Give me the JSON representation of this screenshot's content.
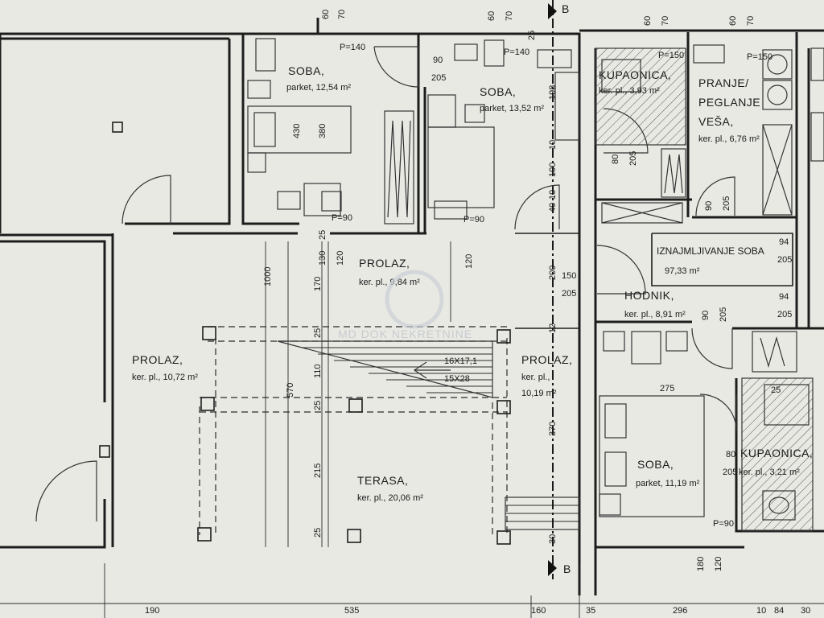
{
  "rooms": {
    "soba1": {
      "name": "SOBA,",
      "area": "parket, 12,54 m²"
    },
    "soba2": {
      "name": "SOBA,",
      "area": "parket, 13,52 m²"
    },
    "kupaonica1": {
      "name": "KUPAONICA,",
      "area": "ker. pl., 3,93 m²"
    },
    "pranje": {
      "name1": "PRANJE/",
      "name2": "PEGLANJE",
      "name3": "VEŠA,",
      "area": "ker. pl., 6,76 m²"
    },
    "iznajmljivanje": {
      "name": "IZNAJMLJIVANJE SOBA",
      "area": "97,33 m²"
    },
    "prolaz_top": {
      "name": "PROLAZ,",
      "area": "ker. pl., 9,84 m²"
    },
    "hodnik": {
      "name": "HODNIK,",
      "area": "ker. pl., 8,91 m²"
    },
    "prolaz_left": {
      "name": "PROLAZ,",
      "area": "ker. pl., 10,72 m²"
    },
    "prolaz_right": {
      "name": "PROLAZ,",
      "area1": "ker. pl.,",
      "area2": "10,19 m²"
    },
    "terasa": {
      "name": "TERASA,",
      "area": "ker. pl., 20,06 m²"
    },
    "soba3": {
      "name": "SOBA,",
      "area": "parket, 11,19 m²"
    },
    "kupaonica2": {
      "name": "KUPAONICA,",
      "area": "ker. pl., 3,21 m²"
    }
  },
  "stairs": {
    "size1": "16X17,1",
    "size2": "15X28"
  },
  "section_marks": {
    "top": "B",
    "bottom": "B"
  },
  "watermark": "MD DOK NEKRETNINE",
  "labels": {
    "p140a": "P=140",
    "p140b": "P=140",
    "p150a": "P=150",
    "p150b": "P=150",
    "p90a": "P=90",
    "p90b": "P=90",
    "p90c": "P=90"
  },
  "dims": {
    "d60a": "60",
    "d70a": "70",
    "d60b": "60",
    "d70b": "70",
    "d25a": "25",
    "d60c": "60",
    "d70c": "70",
    "d60d": "60",
    "d70d": "70",
    "d90a": "90",
    "d205a": "205",
    "d198": "198",
    "d430": "430",
    "d380": "380",
    "d10a": "10",
    "d100": "100",
    "d40": "40",
    "d10b": "10",
    "d80a": "80",
    "d205b": "205",
    "d90b": "90",
    "d205c": "205",
    "d25b": "25",
    "d130": "130",
    "d120a": "120",
    "d120b": "120",
    "d1000": "1000",
    "d170": "170",
    "d200": "200",
    "d150": "150",
    "d205d": "205",
    "d94a": "94",
    "d205e": "205",
    "d94b": "94",
    "d205f": "205",
    "d90c": "90",
    "d205g": "205",
    "d12": "12",
    "d25c": "25",
    "d110": "110",
    "d570": "570",
    "d25d": "25",
    "d275": "275",
    "d370": "370",
    "d215": "215",
    "d25e": "25",
    "d30": "30",
    "d80b": "80",
    "d205h": "205",
    "d180": "180",
    "d120c": "120",
    "b190": "190",
    "b535": "535",
    "b160": "160",
    "b35": "35",
    "b296": "296",
    "b10": "10",
    "b84": "84",
    "b30": "30"
  }
}
